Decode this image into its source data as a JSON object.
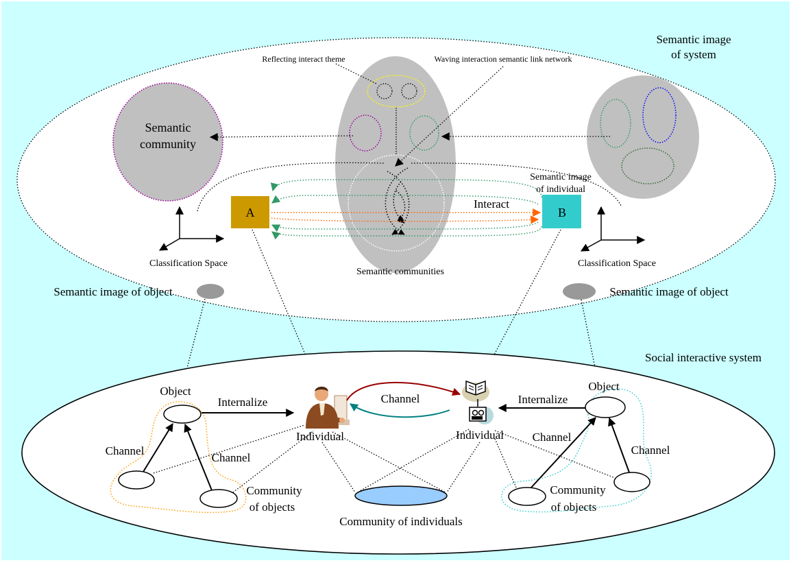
{
  "colors": {
    "background": "#ccffff",
    "gray_region": "#c0c0c0",
    "object_image": "#999999",
    "individual_A": "#cc9900",
    "individual_B": "#33cccc",
    "community_fill": "#99ccff",
    "green_arrow": "#339966",
    "orange_arrow": "#ff6600",
    "purple_dots": "#990099",
    "yellow_dots": "#ffff00",
    "blue_dots": "#0000ff",
    "channel_red": "#990000",
    "channel_teal": "#008080"
  },
  "semantic_layer": {
    "title_line1": "Semantic image",
    "title_line2": "of system",
    "reflecting_theme": "Reflecting interact theme",
    "waving_network": "Waving interaction semantic link network",
    "semantic_community_line1": "Semantic",
    "semantic_community_line2": "community",
    "individual_image_line1": "Semantic image",
    "individual_image_line2": "of individual",
    "interact": "Interact",
    "node_a": "A",
    "node_b": "B",
    "communities": "Semantic communities",
    "classification_left": "Classification Space",
    "classification_right": "Classification Space",
    "object_image_left": "Semantic image of object",
    "object_image_right": "Semantic image of object"
  },
  "social_layer": {
    "title": "Social interactive system",
    "object_left": "Object",
    "object_right": "Object",
    "internalize_left": "Internalize",
    "internalize_right": "Internalize",
    "channel_center": "Channel",
    "channel_left_outer": "Channel",
    "channel_left_inner": "Channel",
    "channel_right_inner": "Channel",
    "channel_right_outer": "Channel",
    "individual_left": "Individual",
    "individual_right": "Individual",
    "community_objects_left_line1": "Community",
    "community_objects_left_line2": "of objects",
    "community_objects_right_line1": "Community",
    "community_objects_right_line2": "of objects",
    "community_individuals": "Community of individuals"
  },
  "icons": {
    "person": "person-at-computer-icon",
    "book": "open-book-icon",
    "projector": "film-projector-icon"
  }
}
